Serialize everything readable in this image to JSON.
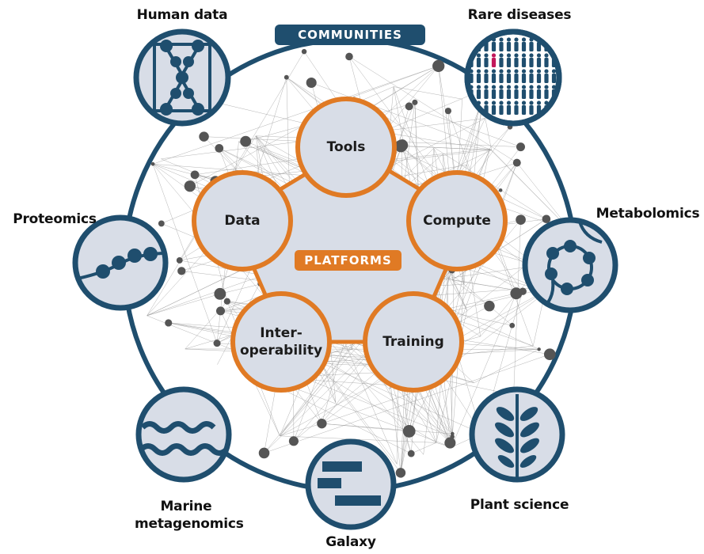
{
  "communities_title": "COMMUNITIES",
  "platforms_title": "PLATFORMS",
  "platforms": [
    {
      "id": "tools",
      "label": "Tools"
    },
    {
      "id": "data",
      "label": "Data"
    },
    {
      "id": "compute",
      "label": "Compute"
    },
    {
      "id": "interoperability",
      "label": "Inter-\noperability"
    },
    {
      "id": "training",
      "label": "Training"
    }
  ],
  "communities": [
    {
      "id": "human-data",
      "label": "Human data",
      "icon": "dna-ladder-icon"
    },
    {
      "id": "rare-diseases",
      "label": "Rare diseases",
      "icon": "population-grid-icon"
    },
    {
      "id": "proteomics",
      "label": "Proteomics",
      "icon": "peptide-chain-icon"
    },
    {
      "id": "metabolomics",
      "label": "Metabolomics",
      "icon": "metabolic-cycle-icon"
    },
    {
      "id": "marine-metagenomics",
      "label": "Marine\nmetagenomics",
      "icon": "waves-icon"
    },
    {
      "id": "galaxy",
      "label": "Galaxy",
      "icon": "galaxy-bars-icon"
    },
    {
      "id": "plant-science",
      "label": "Plant science",
      "icon": "wheat-icon"
    }
  ],
  "colors": {
    "navy": "#1f4e6e",
    "orange": "#e07a24",
    "fill": "#d8dde7",
    "network": "#8a8a8a"
  }
}
